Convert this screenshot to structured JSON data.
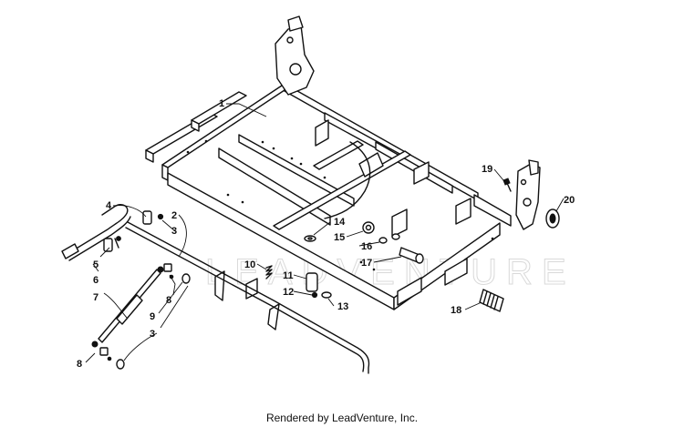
{
  "diagram": {
    "watermark": "LEADVENTURE",
    "callouts": [
      "1",
      "2",
      "3",
      "3",
      "4",
      "5",
      "6",
      "7",
      "8",
      "8",
      "9",
      "10",
      "11",
      "12",
      "13",
      "14",
      "15",
      "16",
      "17",
      "18",
      "19",
      "20"
    ]
  },
  "footer": {
    "text": "Rendered by LeadVenture, Inc."
  }
}
